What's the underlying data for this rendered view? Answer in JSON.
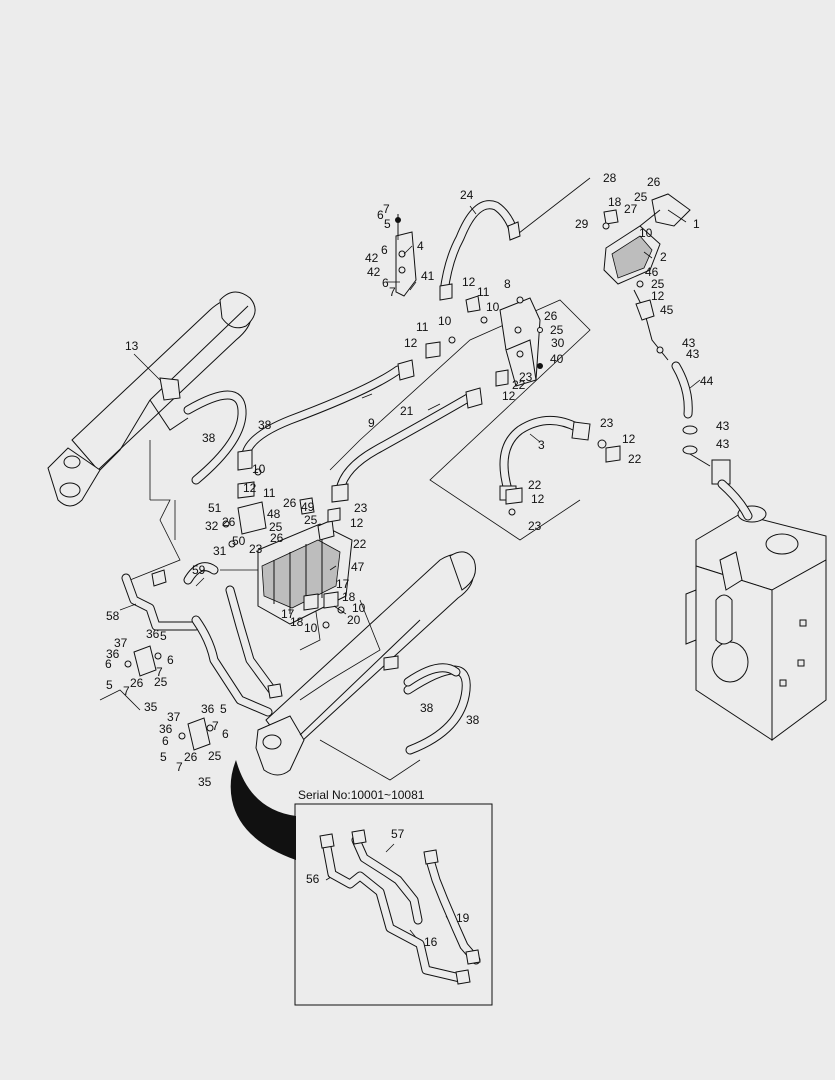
{
  "serial_box": {
    "caption": "Serial No:10001~10081"
  },
  "callouts": [
    {
      "id": "c1",
      "text": "1"
    },
    {
      "id": "c2",
      "text": "2"
    },
    {
      "id": "c3",
      "text": "3"
    },
    {
      "id": "c4",
      "text": "4"
    },
    {
      "id": "c5a",
      "text": "5"
    },
    {
      "id": "c5b",
      "text": "5"
    },
    {
      "id": "c5c",
      "text": "5"
    },
    {
      "id": "c5d",
      "text": "5"
    },
    {
      "id": "c5e",
      "text": "5"
    },
    {
      "id": "c6a",
      "text": "6"
    },
    {
      "id": "c6b",
      "text": "6"
    },
    {
      "id": "c6c",
      "text": "6"
    },
    {
      "id": "c6d",
      "text": "6"
    },
    {
      "id": "c6e",
      "text": "6"
    },
    {
      "id": "c6f",
      "text": "6"
    },
    {
      "id": "c6g",
      "text": "6"
    },
    {
      "id": "c7a",
      "text": "7"
    },
    {
      "id": "c7b",
      "text": "7"
    },
    {
      "id": "c7c",
      "text": "7"
    },
    {
      "id": "c7d",
      "text": "7"
    },
    {
      "id": "c7e",
      "text": "7"
    },
    {
      "id": "c7f",
      "text": "7"
    },
    {
      "id": "c8",
      "text": "8"
    },
    {
      "id": "c9",
      "text": "9"
    },
    {
      "id": "c10a",
      "text": "10"
    },
    {
      "id": "c10b",
      "text": "10"
    },
    {
      "id": "c10c",
      "text": "10"
    },
    {
      "id": "c10d",
      "text": "10"
    },
    {
      "id": "c10e",
      "text": "10"
    },
    {
      "id": "c10f",
      "text": "10"
    },
    {
      "id": "c11a",
      "text": "11"
    },
    {
      "id": "c11b",
      "text": "11"
    },
    {
      "id": "c11c",
      "text": "11"
    },
    {
      "id": "c12a",
      "text": "12"
    },
    {
      "id": "c12b",
      "text": "12"
    },
    {
      "id": "c12c",
      "text": "12"
    },
    {
      "id": "c12d",
      "text": "12"
    },
    {
      "id": "c12e",
      "text": "12"
    },
    {
      "id": "c12f",
      "text": "12"
    },
    {
      "id": "c12g",
      "text": "12"
    },
    {
      "id": "c12h",
      "text": "12"
    },
    {
      "id": "c13",
      "text": "13"
    },
    {
      "id": "c16",
      "text": "16"
    },
    {
      "id": "c17a",
      "text": "17"
    },
    {
      "id": "c17b",
      "text": "17"
    },
    {
      "id": "c18a",
      "text": "18"
    },
    {
      "id": "c18b",
      "text": "18"
    },
    {
      "id": "c18c",
      "text": "18"
    },
    {
      "id": "c19",
      "text": "19"
    },
    {
      "id": "c20",
      "text": "20"
    },
    {
      "id": "c21",
      "text": "21"
    },
    {
      "id": "c22a",
      "text": "22"
    },
    {
      "id": "c22b",
      "text": "22"
    },
    {
      "id": "c22c",
      "text": "22"
    },
    {
      "id": "c22d",
      "text": "22"
    },
    {
      "id": "c23a",
      "text": "23"
    },
    {
      "id": "c23b",
      "text": "23"
    },
    {
      "id": "c23c",
      "text": "23"
    },
    {
      "id": "c23d",
      "text": "23"
    },
    {
      "id": "c23e",
      "text": "23"
    },
    {
      "id": "c24",
      "text": "24"
    },
    {
      "id": "c25a",
      "text": "25"
    },
    {
      "id": "c25b",
      "text": "25"
    },
    {
      "id": "c25c",
      "text": "25"
    },
    {
      "id": "c25d",
      "text": "25"
    },
    {
      "id": "c25e",
      "text": "25"
    },
    {
      "id": "c25f",
      "text": "25"
    },
    {
      "id": "c25g",
      "text": "25"
    },
    {
      "id": "c26a",
      "text": "26"
    },
    {
      "id": "c26b",
      "text": "26"
    },
    {
      "id": "c26c",
      "text": "26"
    },
    {
      "id": "c26d",
      "text": "26"
    },
    {
      "id": "c26e",
      "text": "26"
    },
    {
      "id": "c26f",
      "text": "26"
    },
    {
      "id": "c26g",
      "text": "26"
    },
    {
      "id": "c27",
      "text": "27"
    },
    {
      "id": "c28",
      "text": "28"
    },
    {
      "id": "c29",
      "text": "29"
    },
    {
      "id": "c30",
      "text": "30"
    },
    {
      "id": "c31",
      "text": "31"
    },
    {
      "id": "c32",
      "text": "32"
    },
    {
      "id": "c35a",
      "text": "35"
    },
    {
      "id": "c35b",
      "text": "35"
    },
    {
      "id": "c36a",
      "text": "36"
    },
    {
      "id": "c36b",
      "text": "36"
    },
    {
      "id": "c36c",
      "text": "36"
    },
    {
      "id": "c36d",
      "text": "36"
    },
    {
      "id": "c37a",
      "text": "37"
    },
    {
      "id": "c37b",
      "text": "37"
    },
    {
      "id": "c38a",
      "text": "38"
    },
    {
      "id": "c38b",
      "text": "38"
    },
    {
      "id": "c38c",
      "text": "38"
    },
    {
      "id": "c38d",
      "text": "38"
    },
    {
      "id": "c40",
      "text": "40"
    },
    {
      "id": "c41",
      "text": "41"
    },
    {
      "id": "c42a",
      "text": "42"
    },
    {
      "id": "c42b",
      "text": "42"
    },
    {
      "id": "c43a",
      "text": "43"
    },
    {
      "id": "c43b",
      "text": "43"
    },
    {
      "id": "c43c",
      "text": "43"
    },
    {
      "id": "c43d",
      "text": "43"
    },
    {
      "id": "c44",
      "text": "44"
    },
    {
      "id": "c45",
      "text": "45"
    },
    {
      "id": "c46",
      "text": "46"
    },
    {
      "id": "c47",
      "text": "47"
    },
    {
      "id": "c48",
      "text": "48"
    },
    {
      "id": "c49",
      "text": "49"
    },
    {
      "id": "c50",
      "text": "50"
    },
    {
      "id": "c51",
      "text": "51"
    },
    {
      "id": "c56",
      "text": "56"
    },
    {
      "id": "c57",
      "text": "57"
    },
    {
      "id": "c58",
      "text": "58"
    },
    {
      "id": "c59",
      "text": "59"
    }
  ]
}
